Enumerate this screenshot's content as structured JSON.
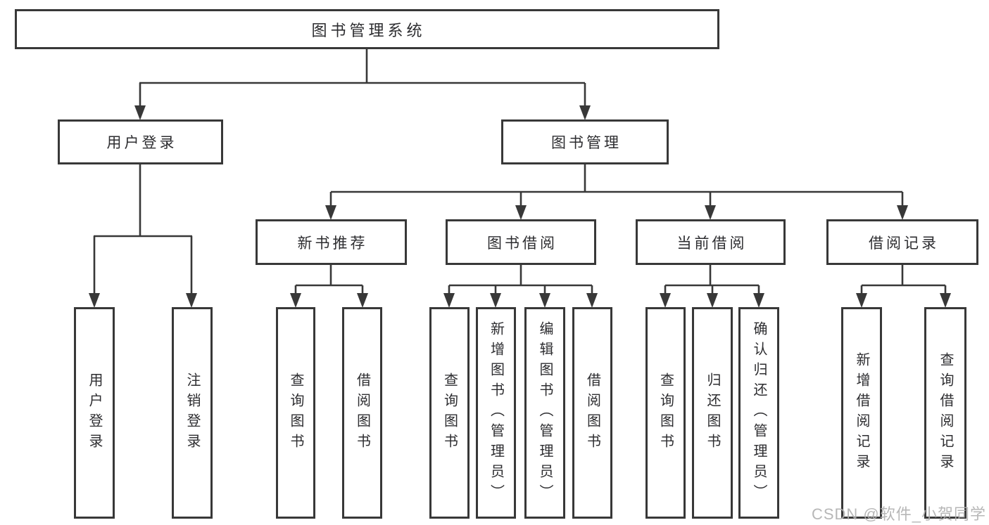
{
  "diagram": {
    "type": "tree",
    "title": "图书管理系统",
    "nodes": {
      "root": "图书管理系统",
      "user_login": "用户登录",
      "book_management": "图书管理",
      "new_book_recommend": "新书推荐",
      "book_borrowing": "图书借阅",
      "current_borrowing": "当前借阅",
      "borrowing_records": "借阅记录",
      "leaves": {
        "login": "用户登录",
        "logout": "注销登录",
        "recommend_query": "查询图书",
        "recommend_borrow": "借阅图书",
        "borrowing_query": "查询图书",
        "borrowing_add": "新增图书（管理员）",
        "borrowing_edit": "编辑图书（管理员）",
        "borrowing_borrow": "借阅图书",
        "current_query": "查询图书",
        "current_return": "归还图书",
        "current_confirm": "确认归还（管理员）",
        "records_add": "新增借阅记录",
        "records_query": "查询借阅记录"
      }
    },
    "hierarchy": [
      {
        "label": "用户登录",
        "children": [
          "用户登录",
          "注销登录"
        ]
      },
      {
        "label": "图书管理",
        "children": [
          {
            "label": "新书推荐",
            "children": [
              "查询图书",
              "借阅图书"
            ]
          },
          {
            "label": "图书借阅",
            "children": [
              "查询图书",
              "新增图书（管理员）",
              "编辑图书（管理员）",
              "借阅图书"
            ]
          },
          {
            "label": "当前借阅",
            "children": [
              "查询图书",
              "归还图书",
              "确认归还（管理员）"
            ]
          },
          {
            "label": "借阅记录",
            "children": [
              "新增借阅记录",
              "查询借阅记录"
            ]
          }
        ]
      }
    ],
    "colors": {
      "line": "#383838",
      "text": "#2d2d30",
      "box_background": "#ffffff",
      "page_background": "#ffffff",
      "watermark": "#b0b0b0"
    }
  },
  "watermark": "CSDN @软件_小贺同学"
}
